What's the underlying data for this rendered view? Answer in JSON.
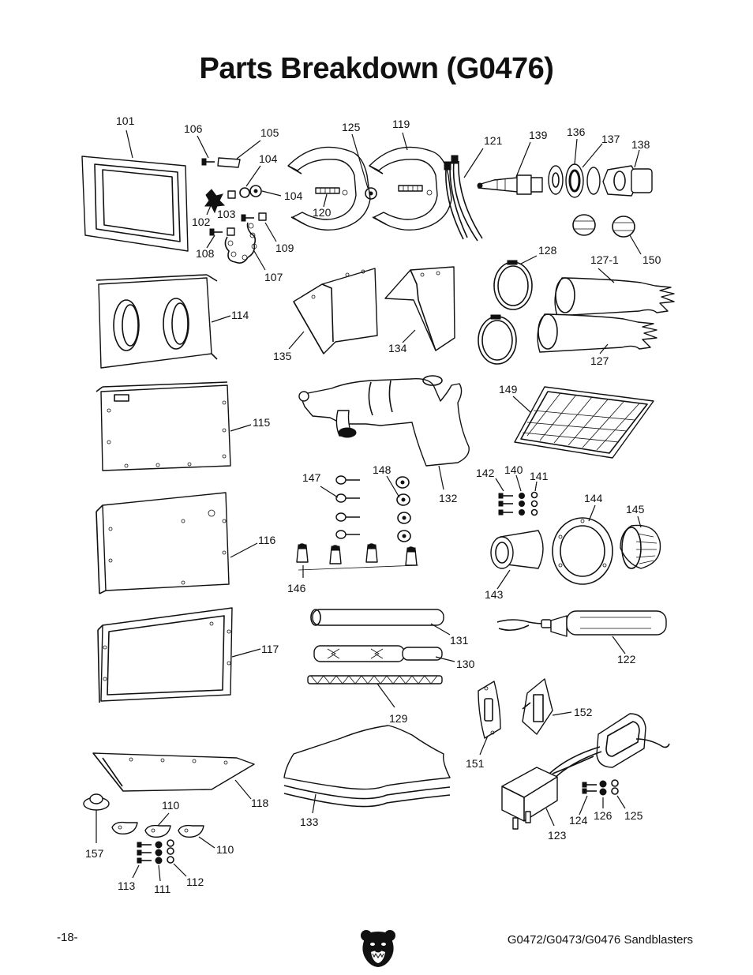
{
  "page": {
    "title": "Parts Breakdown (G0476)",
    "page_number": "-18-",
    "footer_title": "G0472/G0473/G0476 Sandblasters"
  },
  "icons": {
    "logo": "bear-head-logo"
  },
  "labels": {
    "p101": "101",
    "p102": "102",
    "p103": "103",
    "p104a": "104",
    "p104b": "104",
    "p105": "105",
    "p106": "106",
    "p107": "107",
    "p108": "108",
    "p109": "109",
    "p110a": "110",
    "p110b": "110",
    "p111": "111",
    "p112": "112",
    "p113": "113",
    "p114": "114",
    "p115": "115",
    "p116": "116",
    "p117": "117",
    "p118": "118",
    "p119": "119",
    "p120": "120",
    "p121": "121",
    "p122": "122",
    "p123": "123",
    "p124": "124",
    "p125a": "125",
    "p125b": "125",
    "p126": "126",
    "p127": "127",
    "p127_1": "127-1",
    "p128": "128",
    "p129": "129",
    "p130": "130",
    "p131": "131",
    "p132": "132",
    "p133": "133",
    "p134": "134",
    "p135": "135",
    "p136": "136",
    "p137": "137",
    "p138": "138",
    "p139": "139",
    "p140": "140",
    "p141": "141",
    "p142": "142",
    "p143": "143",
    "p144": "144",
    "p145": "145",
    "p146": "146",
    "p147": "147",
    "p148": "148",
    "p149": "149",
    "p150": "150",
    "p151": "151",
    "p152": "152",
    "p157": "157"
  }
}
